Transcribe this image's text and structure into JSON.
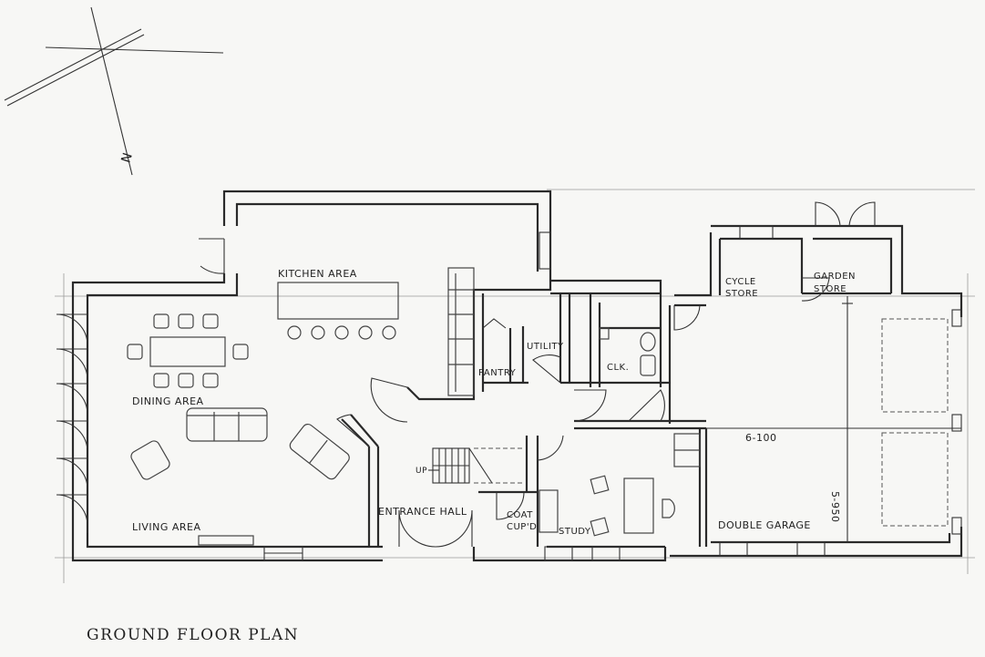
{
  "compass": {
    "north_label": "N"
  },
  "rooms": {
    "kitchen": "KITCHEN AREA",
    "dining": "DINING AREA",
    "living": "LIVING AREA",
    "pantry": "PANTRY",
    "utility": "UTILITY",
    "clk": "CLK.",
    "cycle_store_1": "CYCLE",
    "cycle_store_2": "STORE",
    "garden_store_1": "GARDEN",
    "garden_store_2": "STORE",
    "entrance_hall": "ENTRANCE HALL",
    "coat_1": "COAT",
    "coat_2": "CUP'D",
    "study": "STUDY",
    "double_garage": "DOUBLE GARAGE",
    "stair_up": "UP"
  },
  "dimensions": {
    "garage_width": "6-100",
    "garage_depth": "5-950"
  },
  "title": "GROUND FLOOR PLAN"
}
